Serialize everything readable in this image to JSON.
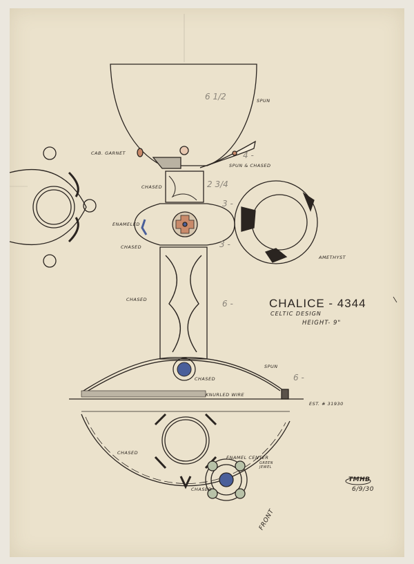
{
  "title": "CHALICE - 4344",
  "subtitle": "CELTIC DESIGN",
  "height": "HEIGHT- 9\"",
  "estimate": "EST. # 31930",
  "signature": "TMHB",
  "date": "6/9/30",
  "labels": {
    "spun_top": "SPUN",
    "cab_garnet": "CAB. GARNET",
    "spun_chased": "SPUN & CHASED",
    "chased_1": "CHASED",
    "enameled": "ENAMELED",
    "chased_2": "CHASED",
    "amethyst": "AMETHYST",
    "chased_3": "CHASED",
    "spun_foot": "SPUN",
    "chased_4": "CHASED",
    "knurled_wire": "KNURLED WIRE",
    "chased_5": "CHASED",
    "enamel_center": "ENAMEL CENTER",
    "green_jewel": "GREEN JEWEL",
    "chased_6": "CHASED",
    "front": "FRONT"
  },
  "dimensions": {
    "cup": "6 1/2",
    "garnet_width": "4 -",
    "neck": "2 3/4",
    "knob_top": "3 -",
    "knob_bottom": "3 -",
    "stem": "6 -",
    "foot": "6 -"
  },
  "colors": {
    "paper": "#ebe2cc",
    "ink": "#2a2420",
    "pencil": "#8a847a",
    "garnet": "#c98a6a",
    "enamel_blue": "#4a5f9a",
    "jewel_green": "#b8c2a8"
  }
}
